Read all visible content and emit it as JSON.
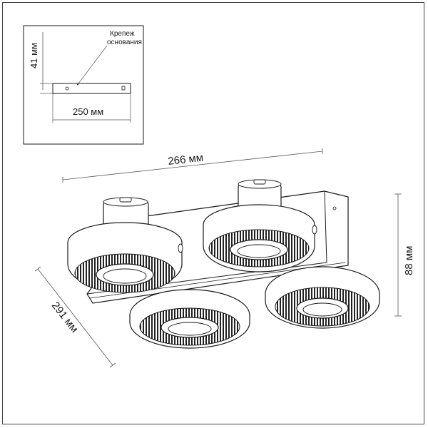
{
  "colors": {
    "line": "#1a1a1a",
    "dimension": "#555555",
    "background": "#ffffff"
  },
  "inset": {
    "label_line1": "Крепеж",
    "label_line2": "основания",
    "height_dim": "41 мм",
    "width_dim": "250 мм"
  },
  "main": {
    "length_dim": "266 мм",
    "height_dim": "88 мм",
    "depth_dim": "291 мм"
  }
}
